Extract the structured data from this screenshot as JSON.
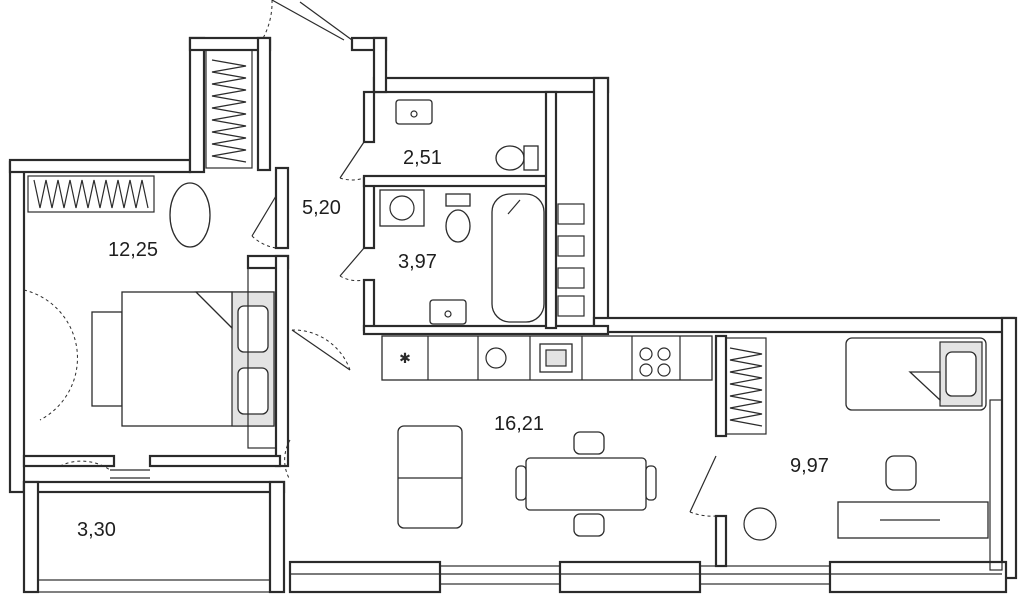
{
  "rooms": [
    {
      "id": "wc",
      "area": "2,51"
    },
    {
      "id": "hall",
      "area": "5,20"
    },
    {
      "id": "bathroom",
      "area": "3,97"
    },
    {
      "id": "bedroom",
      "area": "12,25"
    },
    {
      "id": "living-kitchen",
      "area": "16,21"
    },
    {
      "id": "study",
      "area": "9,97"
    },
    {
      "id": "loggia",
      "area": "3,30"
    }
  ],
  "colors": {
    "wall": "#2b2b2b",
    "accent": "#e3e3e3"
  }
}
